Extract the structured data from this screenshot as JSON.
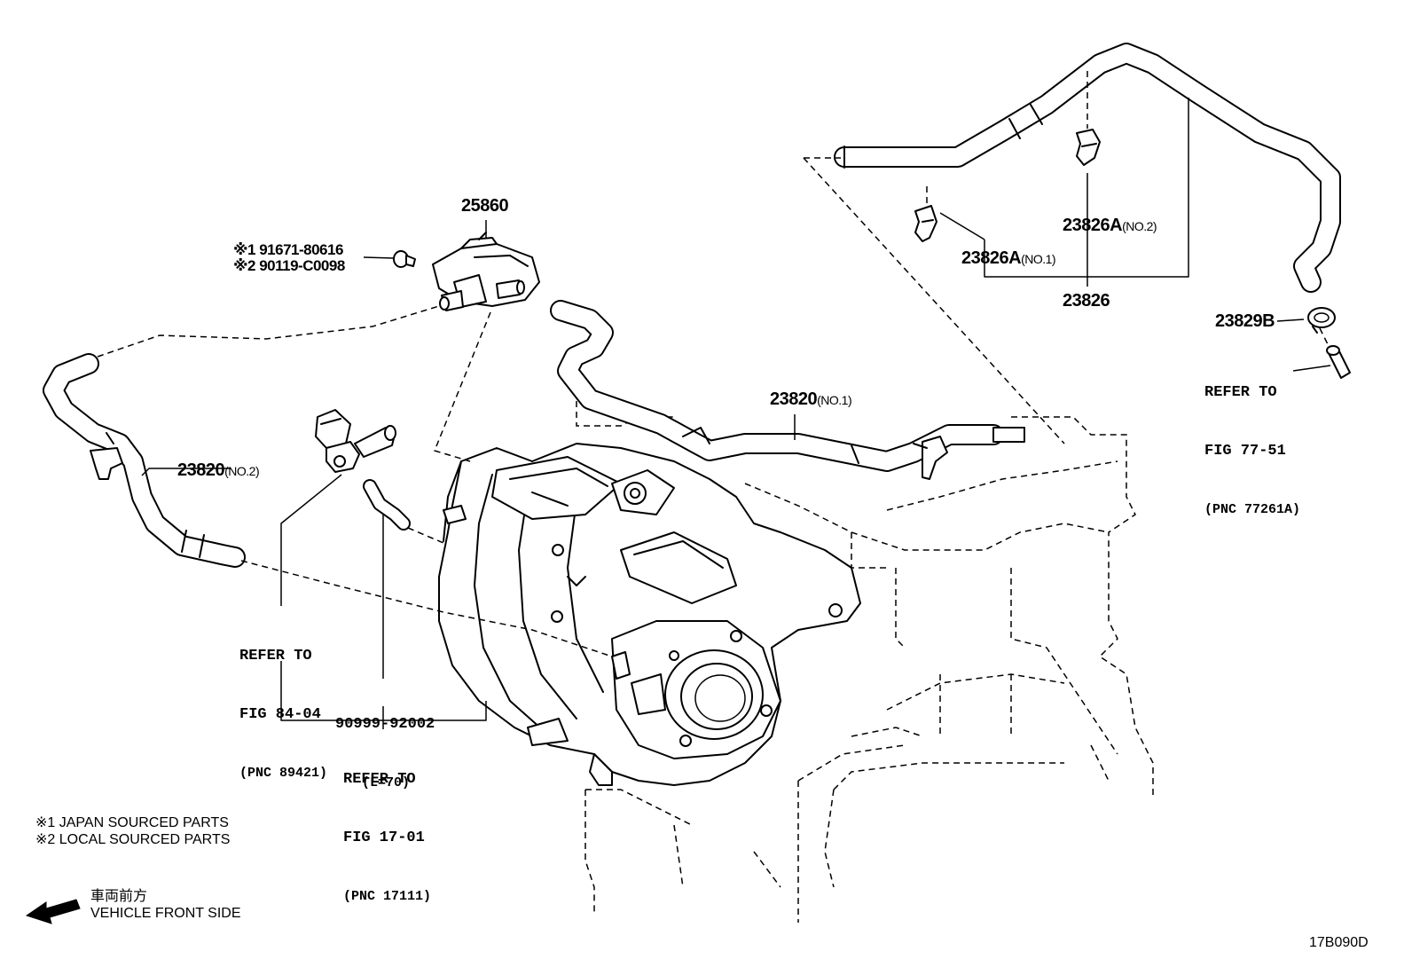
{
  "parts": {
    "p25860": "25860",
    "p23820_no1": "23820",
    "p23820_no1_sub": "(NO.1)",
    "p23820_no2": "23820",
    "p23820_no2_sub": "(NO.2)",
    "p23826a_no1": "23826A",
    "p23826a_no1_sub": "(NO.1)",
    "p23826a_no2": "23826A",
    "p23826a_no2_sub": "(NO.2)",
    "p23826": "23826",
    "p23829b": "23829B",
    "bolt_1": "※1 91671-80616",
    "bolt_2": "※2 90119-C0098",
    "hose_90999": "90999-92002",
    "hose_90999_len": "(L=70)"
  },
  "refs": {
    "ref_84": [
      "REFER TO",
      "FIG 84-04",
      "(PNC 89421)"
    ],
    "ref_17": [
      "REFER TO",
      "FIG 17-01",
      "(PNC 17111)"
    ],
    "ref_77": [
      "REFER TO",
      "FIG 77-51",
      "(PNC 77261A)"
    ]
  },
  "legend": {
    "note1": "※1  JAPAN SOURCED PARTS",
    "note2": "※2  LOCAL SOURCED PARTS",
    "front_jp": "車両前方",
    "front_en": "VEHICLE FRONT SIDE"
  },
  "figure_id": "17B090D"
}
